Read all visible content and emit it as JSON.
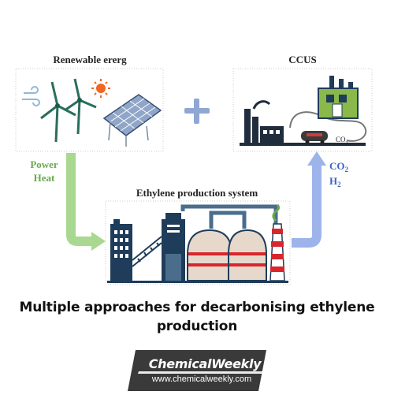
{
  "diagram": {
    "renewable_label": "Renewable ererg",
    "ccus_label": "CCUS",
    "co2_small": "CO",
    "co2_small_sub": "2",
    "input_line1": "Power",
    "input_line2": "Heat",
    "output_co2": "CO",
    "output_co2_sub": "2",
    "output_h2": "H",
    "output_h2_sub": "2",
    "system_label": "Ethylene production system"
  },
  "caption": {
    "line1": "Multiple approaches for decarbonising ethylene",
    "line2": "production"
  },
  "brand": {
    "name": "ChemicalWeekly",
    "url": "www.chemicalweekly.com"
  },
  "colors": {
    "green_arrow": "#a9d890",
    "blue_arrow": "#9db4ea",
    "plus": "#8fa7d4",
    "green_text": "#6aa84f",
    "blue_text": "#3a63c4",
    "navy": "#1f3c5a",
    "red_stripe": "#d9262c",
    "brand_bg": "#3a3a3a"
  }
}
